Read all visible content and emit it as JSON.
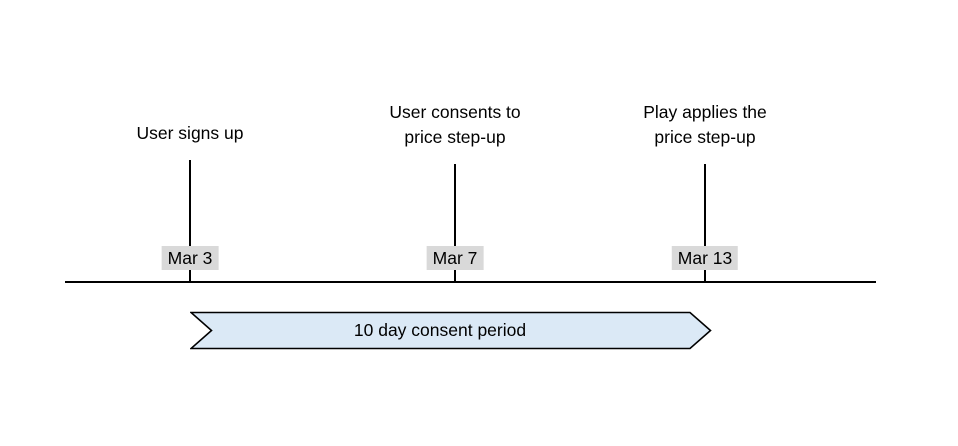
{
  "events": [
    {
      "label": "User signs up",
      "date": "Mar 3"
    },
    {
      "label": "User consents to\nprice step-up",
      "date": "Mar 7"
    },
    {
      "label": "Play applies the\nprice step-up",
      "date": "Mar 13"
    }
  ],
  "banner": {
    "label": "10 day consent period"
  },
  "colors": {
    "banner_fill": "#dbe9f6",
    "banner_stroke": "#000000",
    "date_badge_bg": "#d9d9d9",
    "line": "#000000"
  }
}
